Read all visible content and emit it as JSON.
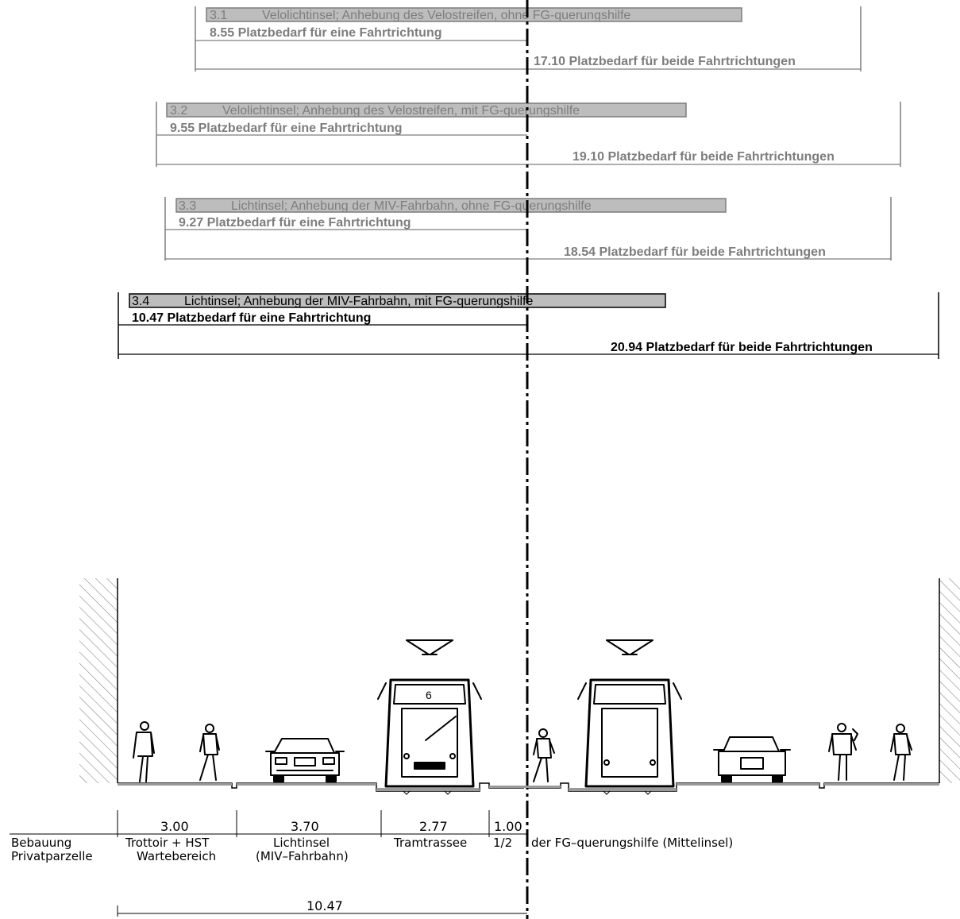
{
  "variants": [
    {
      "num": "3.1",
      "title": "Velolichtinsel; Anhebung des Velostreifen, ohne FG-querungshilfe",
      "one_dir": "8.55 Platzbedarf für eine Fahrtrichtung",
      "both_dir": "17.10  Platzbedarf für beide Fahrtrichtungen",
      "color": "#7d7d7d"
    },
    {
      "num": "3.2",
      "title": "Velolichtinsel; Anhebung des Velostreifen, mit FG-querungshilfe",
      "one_dir": "9.55 Platzbedarf für eine Fahrtrichtung",
      "both_dir": "19.10  Platzbedarf für beide Fahrtrichtungen",
      "color": "#7d7d7d"
    },
    {
      "num": "3.3",
      "title": "Lichtinsel; Anhebung der MIV-Fahrbahn, ohne FG-querungshilfe",
      "one_dir": "9.27 Platzbedarf für eine Fahrtrichtung",
      "both_dir": "18.54  Platzbedarf für beide Fahrtrichtungen",
      "color": "#7d7d7d"
    },
    {
      "num": "3.4",
      "title": "Lichtinsel; Anhebung der MIV-Fahrbahn, mit FG-querungshilfe",
      "one_dir": "10.47 Platzbedarf für eine Fahrtrichtung",
      "both_dir": "20.94  Platzbedarf für beide Fahrtrichtungen",
      "color": "#000000"
    }
  ],
  "tram_number": "6",
  "dimensions": [
    "3.00",
    "3.70",
    "2.77",
    "1.00"
  ],
  "labels": {
    "bebauung_1": "Bebauung",
    "bebauung_2": "Privatparzelle",
    "trottoir_1": "Trottoir  +  HST",
    "trottoir_2": "Wartebereich",
    "lichtinsel_1": "Lichtinsel",
    "lichtinsel_2": "(MIV–Fahrbahn)",
    "tramtrassee": "Tramtrassee",
    "half": "1/2",
    "querung": "der  FG–querungshilfe  (Mittelinsel)"
  },
  "total": "10.47"
}
